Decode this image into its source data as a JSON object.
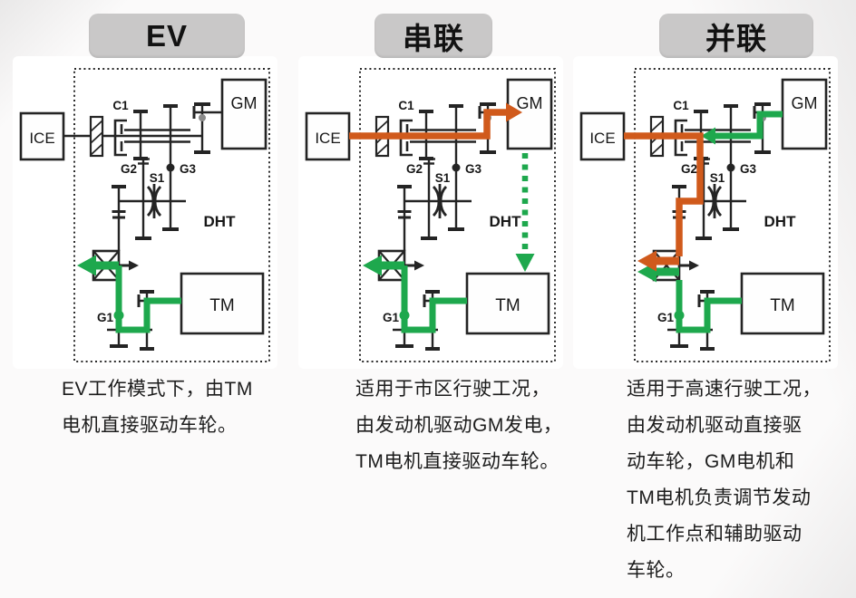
{
  "colors": {
    "electric_green": "#1ea84d",
    "engine_orange": "#d05a1c",
    "line_black": "#242424",
    "header_bg": "#c9c8c8"
  },
  "panels": [
    {
      "id": "ev",
      "header": "EV",
      "labels": {
        "engine": "ICE",
        "generator": "GM",
        "traction_motor": "TM",
        "clutch": "C1",
        "gear1": "G1",
        "gear2": "G2",
        "gear3": "G3",
        "synchronizer": "S1",
        "gearbox": "DHT"
      },
      "flows": {
        "tm_drive": true,
        "ice_to_gm": false,
        "gm_electric_to_tm": false,
        "ice_direct_drive": false,
        "gm_assist": false
      },
      "description": "EV工作模式下，由TM\n电机直接驱动车轮。"
    },
    {
      "id": "series",
      "header": "串联",
      "labels": {
        "engine": "ICE",
        "generator": "GM",
        "traction_motor": "TM",
        "clutch": "C1",
        "gear1": "G1",
        "gear2": "G2",
        "gear3": "G3",
        "synchronizer": "S1",
        "gearbox": "DHT"
      },
      "flows": {
        "tm_drive": true,
        "ice_to_gm": true,
        "gm_electric_to_tm": true,
        "ice_direct_drive": false,
        "gm_assist": false
      },
      "description": "适用于市区行驶工况，\n由发动机驱动GM发电，\nTM电机直接驱动车轮。"
    },
    {
      "id": "parallel",
      "header": "并联",
      "labels": {
        "engine": "ICE",
        "generator": "GM",
        "traction_motor": "TM",
        "clutch": "C1",
        "gear1": "G1",
        "gear2": "G2",
        "gear3": "G3",
        "synchronizer": "S1",
        "gearbox": "DHT"
      },
      "flows": {
        "tm_drive": true,
        "ice_to_gm": false,
        "gm_electric_to_tm": false,
        "ice_direct_drive": true,
        "gm_assist": true
      },
      "description": "适用于高速行驶工况，\n由发动机驱动直接驱\n动车轮，GM电机和\nTM电机负责调节发动\n机工作点和辅助驱动\n车轮。"
    }
  ]
}
